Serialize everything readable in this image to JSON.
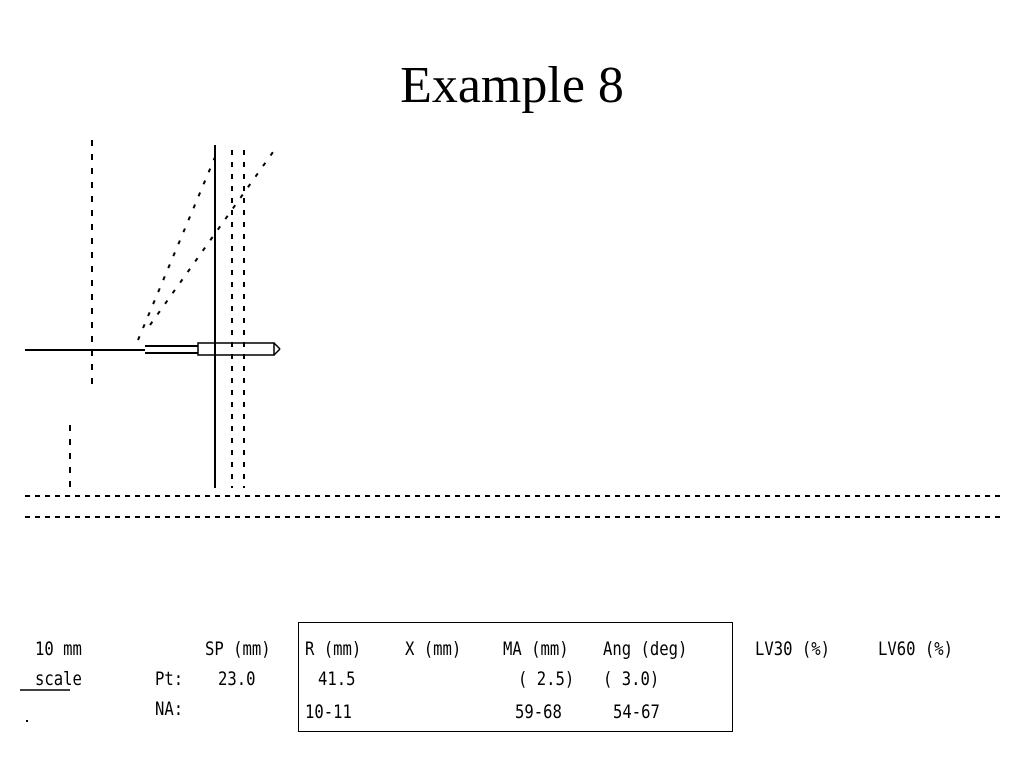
{
  "title": "Example 8",
  "scale_label": {
    "line1": "10 mm",
    "line2": "scale"
  },
  "rows": {
    "pt": "Pt:",
    "na": "NA:"
  },
  "columns": {
    "sp": "SP (mm)",
    "r": "R (mm)",
    "x": "X (mm)",
    "ma": "MA (mm)",
    "ang": "Ang (deg)",
    "lv30": "LV30 (%)",
    "lv60": "LV60 (%)"
  },
  "values": {
    "pt_sp": "23.0",
    "pt_r": "41.5",
    "pt_ma": "( 2.5)",
    "pt_ang": "( 3.0)",
    "na_r": "10-11",
    "na_ma": "59-68",
    "na_ang": "54-67"
  }
}
